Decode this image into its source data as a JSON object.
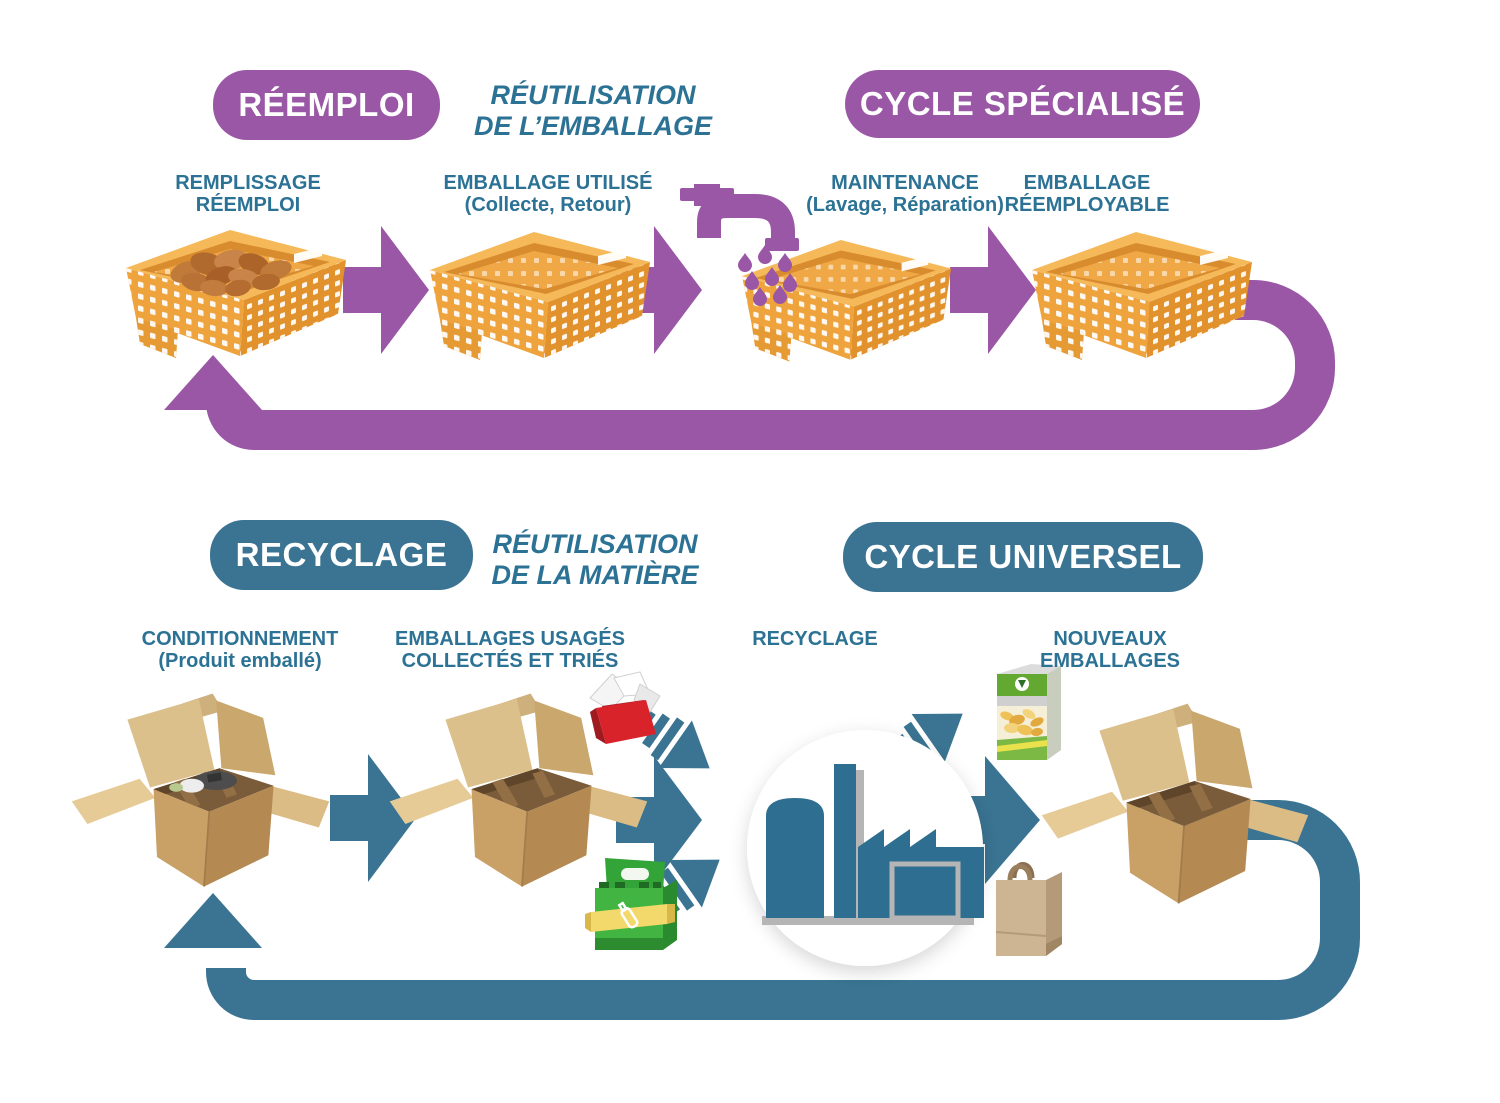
{
  "reuse": {
    "badge_left": "RÉEMPLOI",
    "note_line1": "RÉUTILISATION",
    "note_line2": "DE L’EMBALLAGE",
    "badge_right": "CYCLE SPÉCIALISÉ",
    "steps": [
      {
        "line1": "REMPLISSAGE",
        "line2": "RÉEMPLOI"
      },
      {
        "line1": "EMBALLAGE UTILISÉ",
        "line2": "(Collecte, Retour)"
      },
      {
        "line1": "MAINTENANCE",
        "line2": "(Lavage, Réparation)"
      },
      {
        "line1": "EMBALLAGE",
        "line2": "RÉEMPLOYABLE"
      }
    ]
  },
  "recycle": {
    "badge_left": "RECYCLAGE",
    "note_line1": "RÉUTILISATION",
    "note_line2": "DE LA MATIÈRE",
    "badge_right": "CYCLE UNIVERSEL",
    "steps": [
      {
        "line1": "CONDITIONNEMENT",
        "line2": "(Produit emballé)"
      },
      {
        "line1": "EMBALLAGES USAGÉS",
        "line2": "COLLECTÉS ET TRIÉS"
      },
      {
        "line1": "RECYCLAGE",
        "line2": ""
      },
      {
        "line1": "NOUVEAUX",
        "line2": "EMBALLAGES"
      }
    ]
  },
  "colors": {
    "purple_accent": "#9a57a5",
    "teal_accent": "#3a7492",
    "label_text": "#2c7295"
  }
}
